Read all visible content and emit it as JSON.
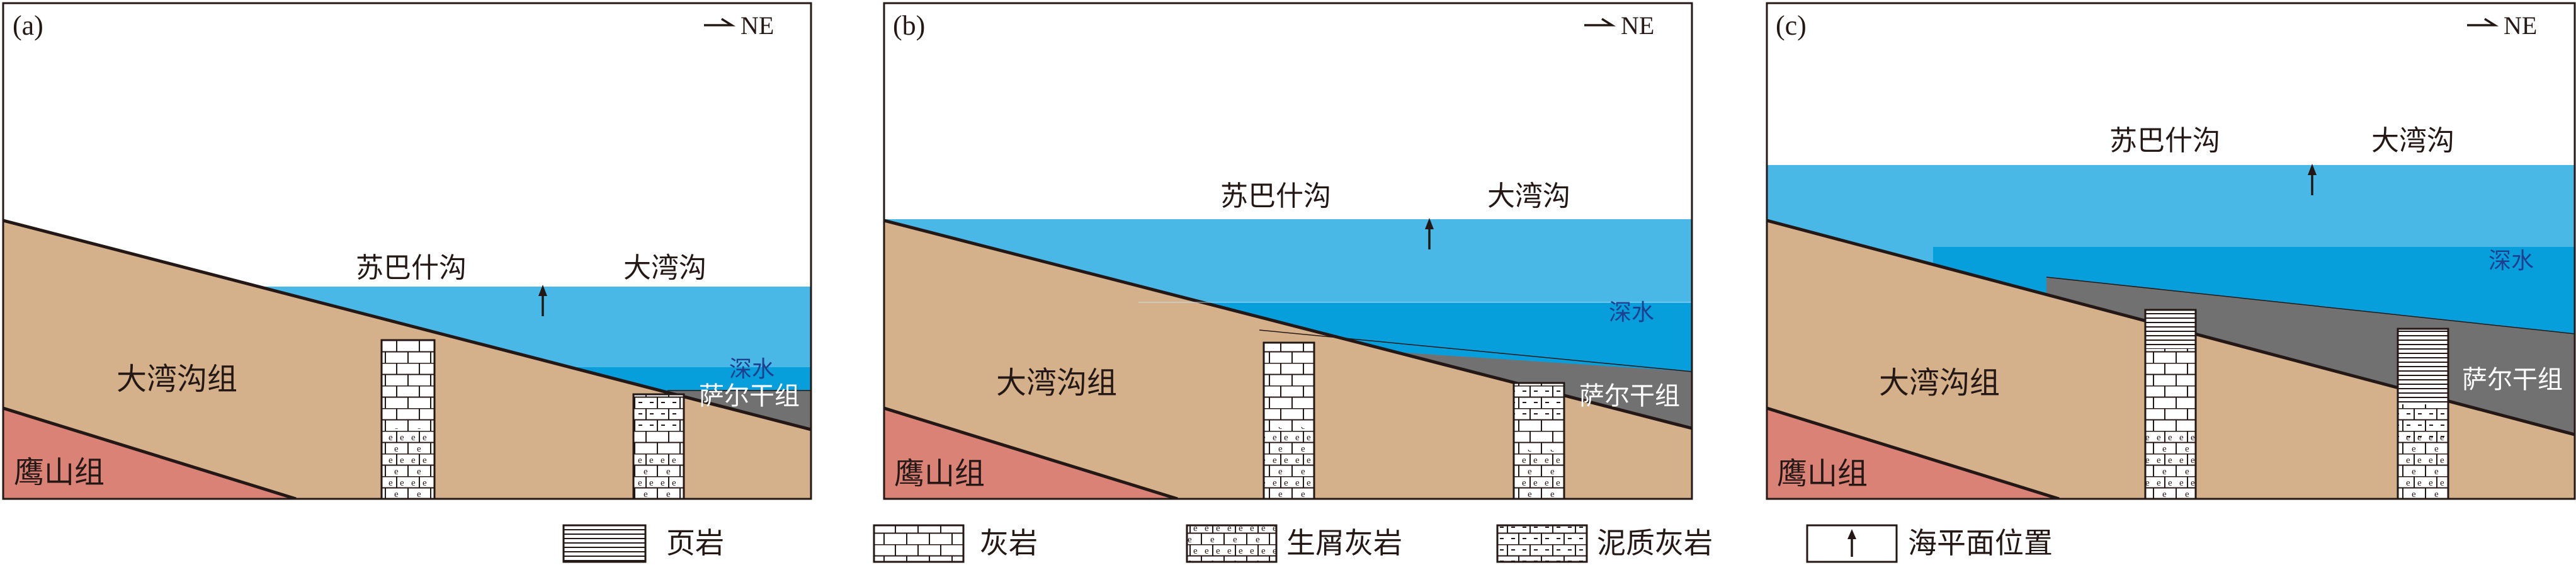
{
  "north_marker": "NE",
  "panels": [
    {
      "id": "a",
      "label": "(a)",
      "place_left": "苏巴什沟",
      "place_right": "大湾沟",
      "formation_upper": "大湾沟组",
      "formation_lower": "鹰山组",
      "deep_water": "深水",
      "sarganzu": "萨尔干组"
    },
    {
      "id": "b",
      "label": "(b)",
      "place_left": "苏巴什沟",
      "place_right": "大湾沟",
      "formation_upper": "大湾沟组",
      "formation_lower": "鹰山组",
      "deep_water": "深水",
      "sarganzu": "萨尔干组"
    },
    {
      "id": "c",
      "label": "(c)",
      "place_left": "苏巴什沟",
      "place_right": "大湾沟",
      "formation_upper": "大湾沟组",
      "formation_lower": "鹰山组",
      "deep_water": "深水",
      "sarganzu": "萨尔干组"
    }
  ],
  "legend": [
    {
      "pattern": "shale",
      "label": "页岩"
    },
    {
      "pattern": "limestone",
      "label": "灰岩"
    },
    {
      "pattern": "bioclastic-limestone",
      "label": "生屑灰岩"
    },
    {
      "pattern": "argillaceous-limestone",
      "label": "泥质灰岩"
    },
    {
      "pattern": "sea-level-position",
      "label": "海平面位置"
    }
  ],
  "colors": {
    "shallow_water": "#4ab8e6",
    "deep_water": "#079fdb",
    "dawangou_formation": "#d5b18b",
    "yingshan_formation": "#db8276",
    "sarganzu_formation": "#727171",
    "line": "#231815"
  }
}
